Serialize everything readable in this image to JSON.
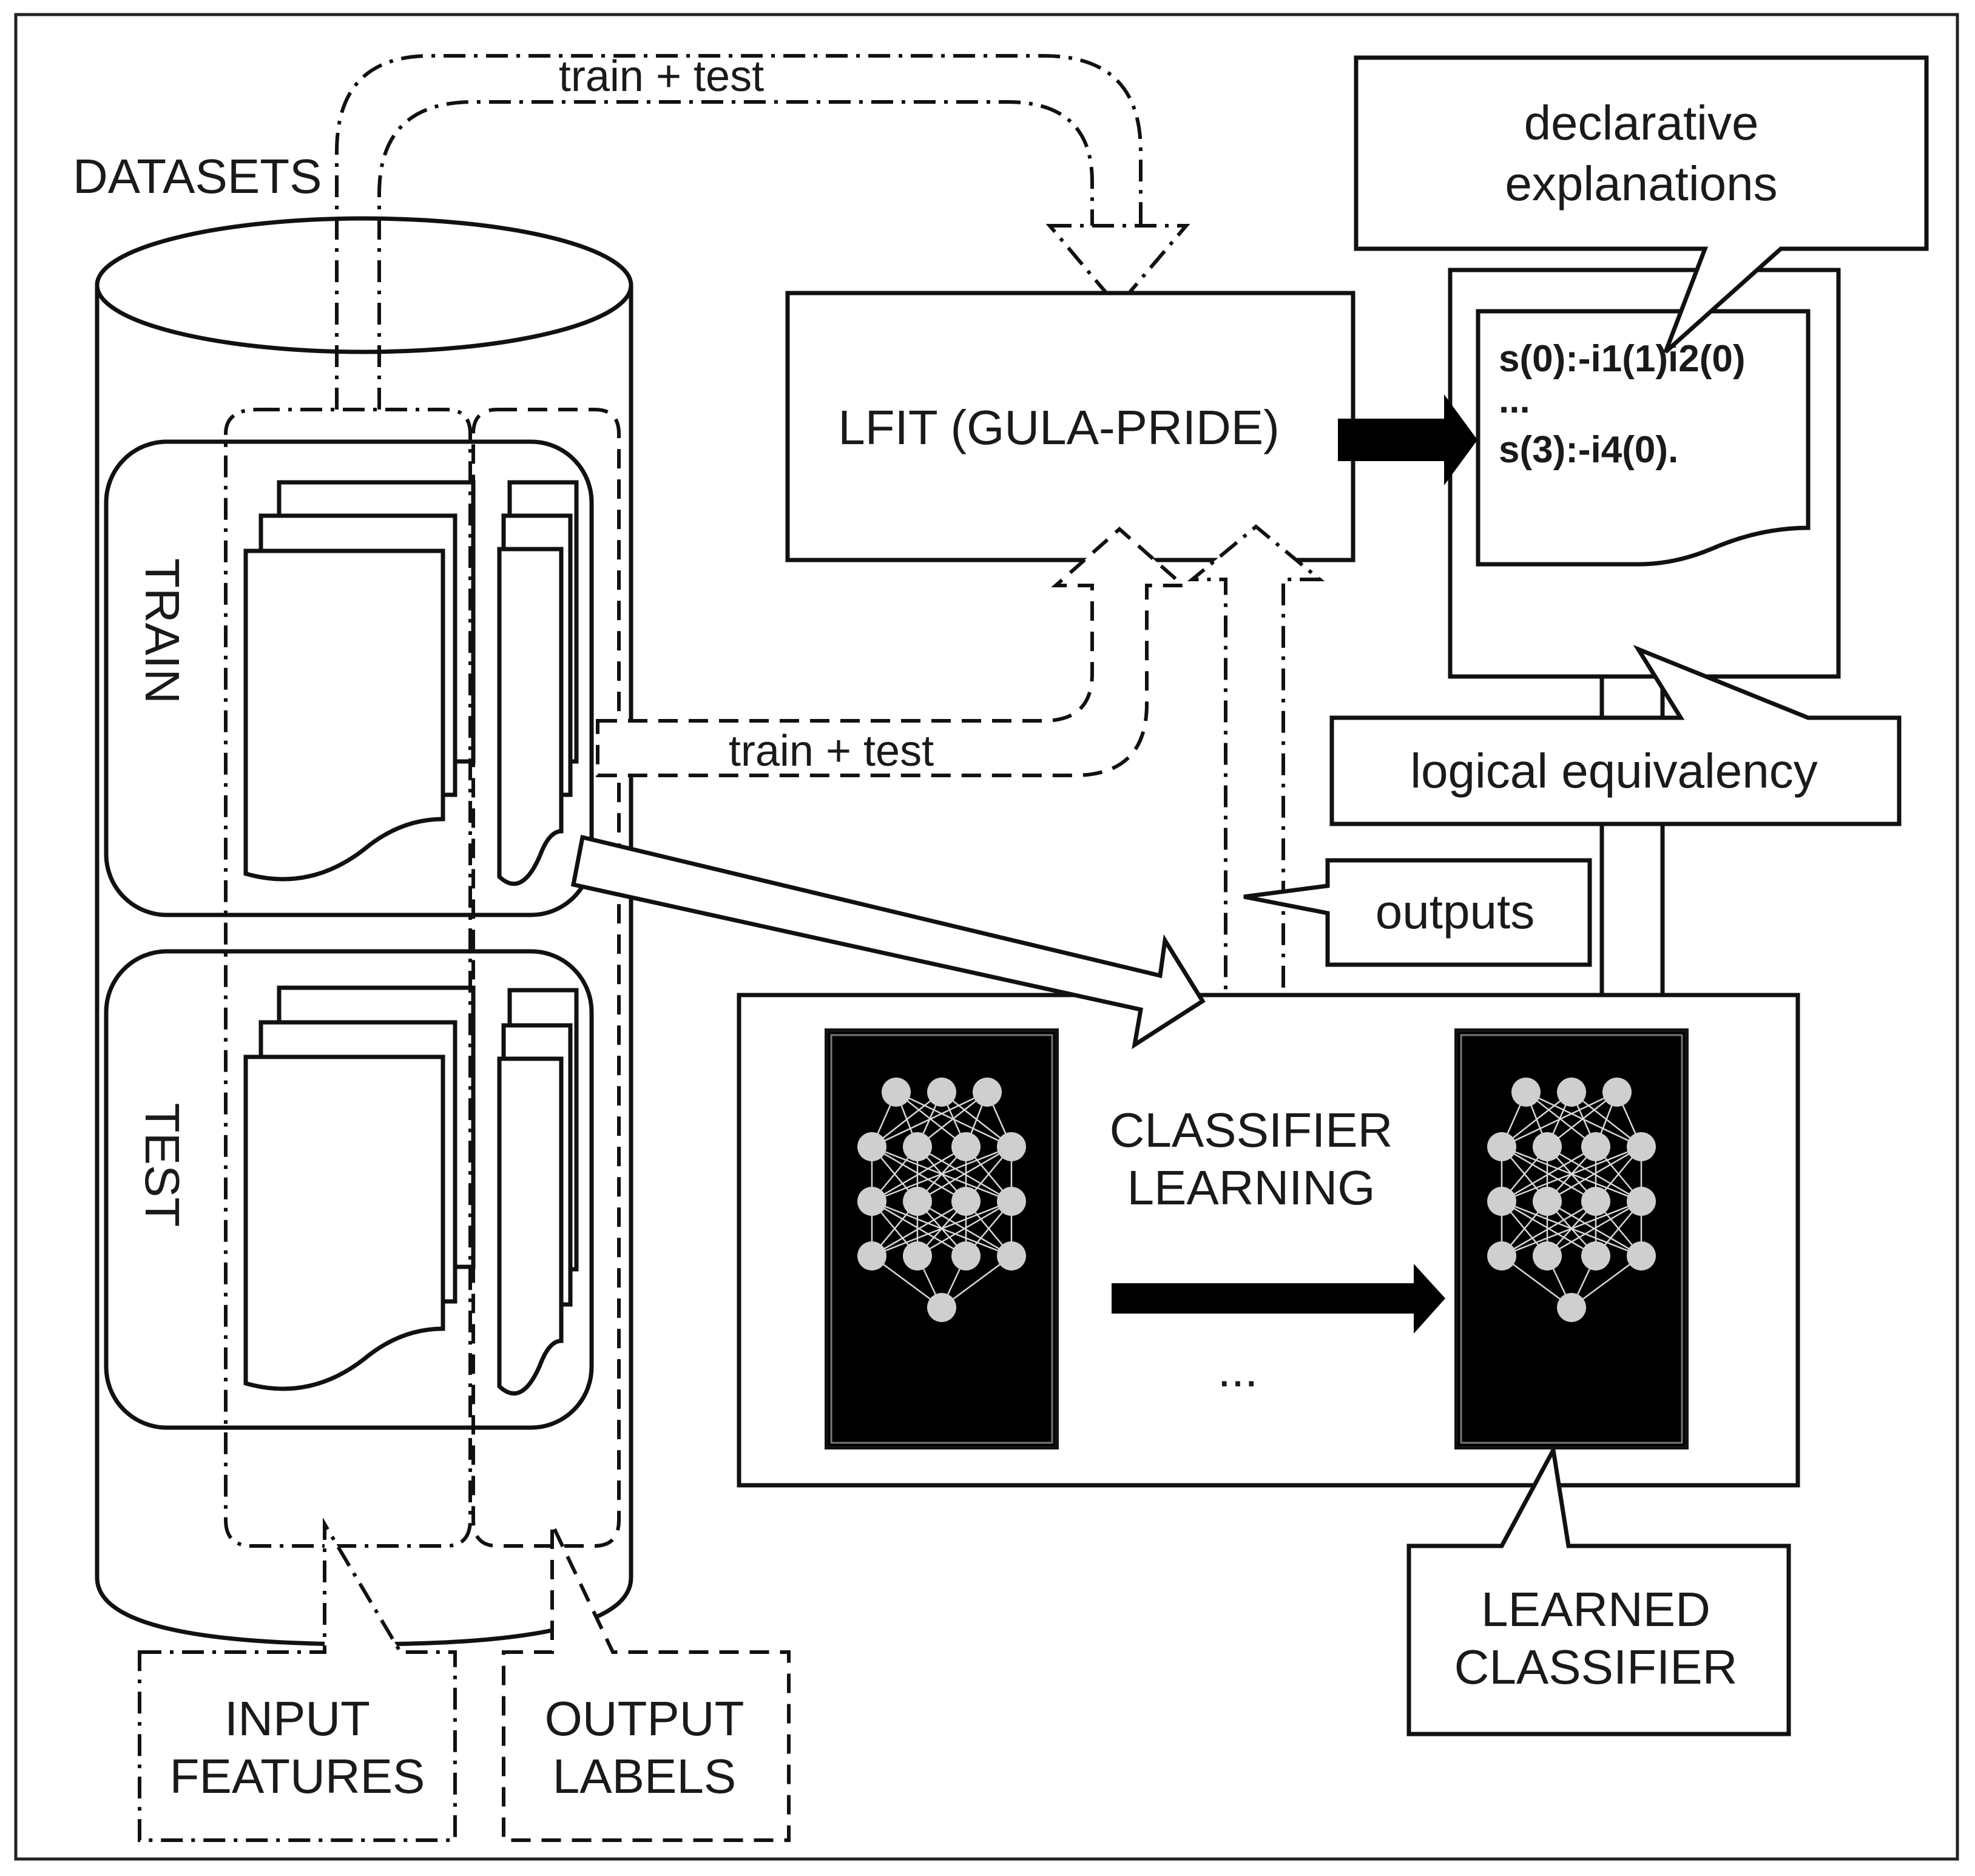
{
  "labels": {
    "datasets": "DATASETS",
    "train": "TRAIN",
    "test": "TEST",
    "train_test_top": "train + test",
    "train_test_mid": "train + test",
    "lfit": "LFIT (GULA-PRIDE)",
    "declarative_line1": "declarative",
    "declarative_line2": "explanations",
    "rule1": "s(0):-i1(1)i2(0)",
    "rule_ellipsis": "...",
    "rule2": "s(3):-i4(0).",
    "logical_equivalency": "logical equivalency",
    "outputs": "outputs",
    "classifier_learning_line1": "CLASSIFIER",
    "classifier_learning_line2": "LEARNING",
    "ellipsis": "...",
    "learned_line1": "LEARNED",
    "learned_line2": "CLASSIFIER",
    "input_line1": "INPUT",
    "input_line2": "FEATURES",
    "output_line1": "OUTPUT",
    "output_line2": "LABELS"
  }
}
